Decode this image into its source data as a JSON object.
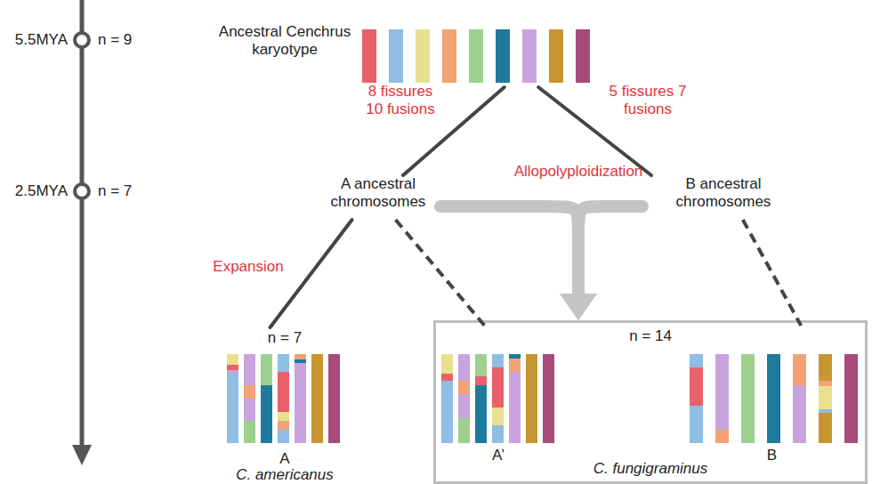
{
  "diagram": {
    "nodes": [
      {
        "text": [
          "Ancestral Cenchrus karyotype"
        ]
      },
      {
        "text": [
          "A ancestral chromosomes"
        ]
      },
      {
        "text": [
          "B ancestral chromosomes"
        ]
      },
      {
        "text": [
          "n = 7",
          "A",
          "C. americanus"
        ]
      },
      {
        "text": [
          "n = 14",
          "C. fungigraminus"
        ]
      },
      {
        "text": [
          "A’"
        ],
        "in": 4
      },
      {
        "text": [
          "B"
        ],
        "in": 4
      }
    ],
    "edges": [
      {
        "from": 0,
        "to": 1,
        "arrow": "none",
        "label": "8 fissures 10 fusions"
      },
      {
        "from": 0,
        "to": 2,
        "arrow": "none",
        "label": "5 fissures 7 fusions"
      },
      {
        "from": 1,
        "to": 4,
        "arrow": "to",
        "label": "Allopolyploidization"
      },
      {
        "from": 2,
        "to": 4,
        "arrow": "to"
      },
      {
        "from": 1,
        "to": 3,
        "arrow": "none",
        "label": "Expansion"
      },
      {
        "from": 1,
        "to": 5,
        "arrow": "none"
      },
      {
        "from": 2,
        "to": 6,
        "arrow": "none"
      }
    ],
    "labels": [
      "5.5MYA",
      "n = 9",
      "2.5MYA",
      "n = 7"
    ]
  }
}
